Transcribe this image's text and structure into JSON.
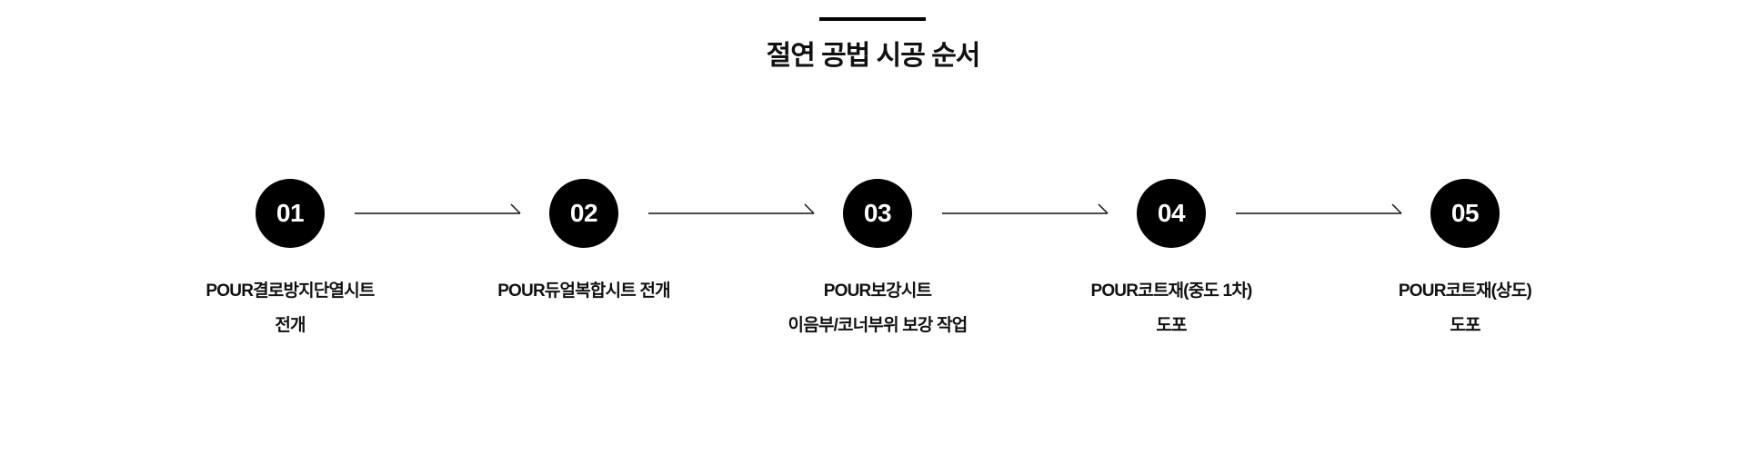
{
  "title": "절연 공법 시공 순서",
  "steps": [
    {
      "number": "01",
      "line1": "POUR결로방지단열시트",
      "line2": "전개"
    },
    {
      "number": "02",
      "line1": "POUR듀얼복합시트 전개",
      "line2": ""
    },
    {
      "number": "03",
      "line1": "POUR보강시트",
      "line2": "이음부/코너부위 보강 작업"
    },
    {
      "number": "04",
      "line1": "POUR코트재(중도 1차)",
      "line2": "도포"
    },
    {
      "number": "05",
      "line1": "POUR코트재(상도)",
      "line2": "도포"
    }
  ]
}
